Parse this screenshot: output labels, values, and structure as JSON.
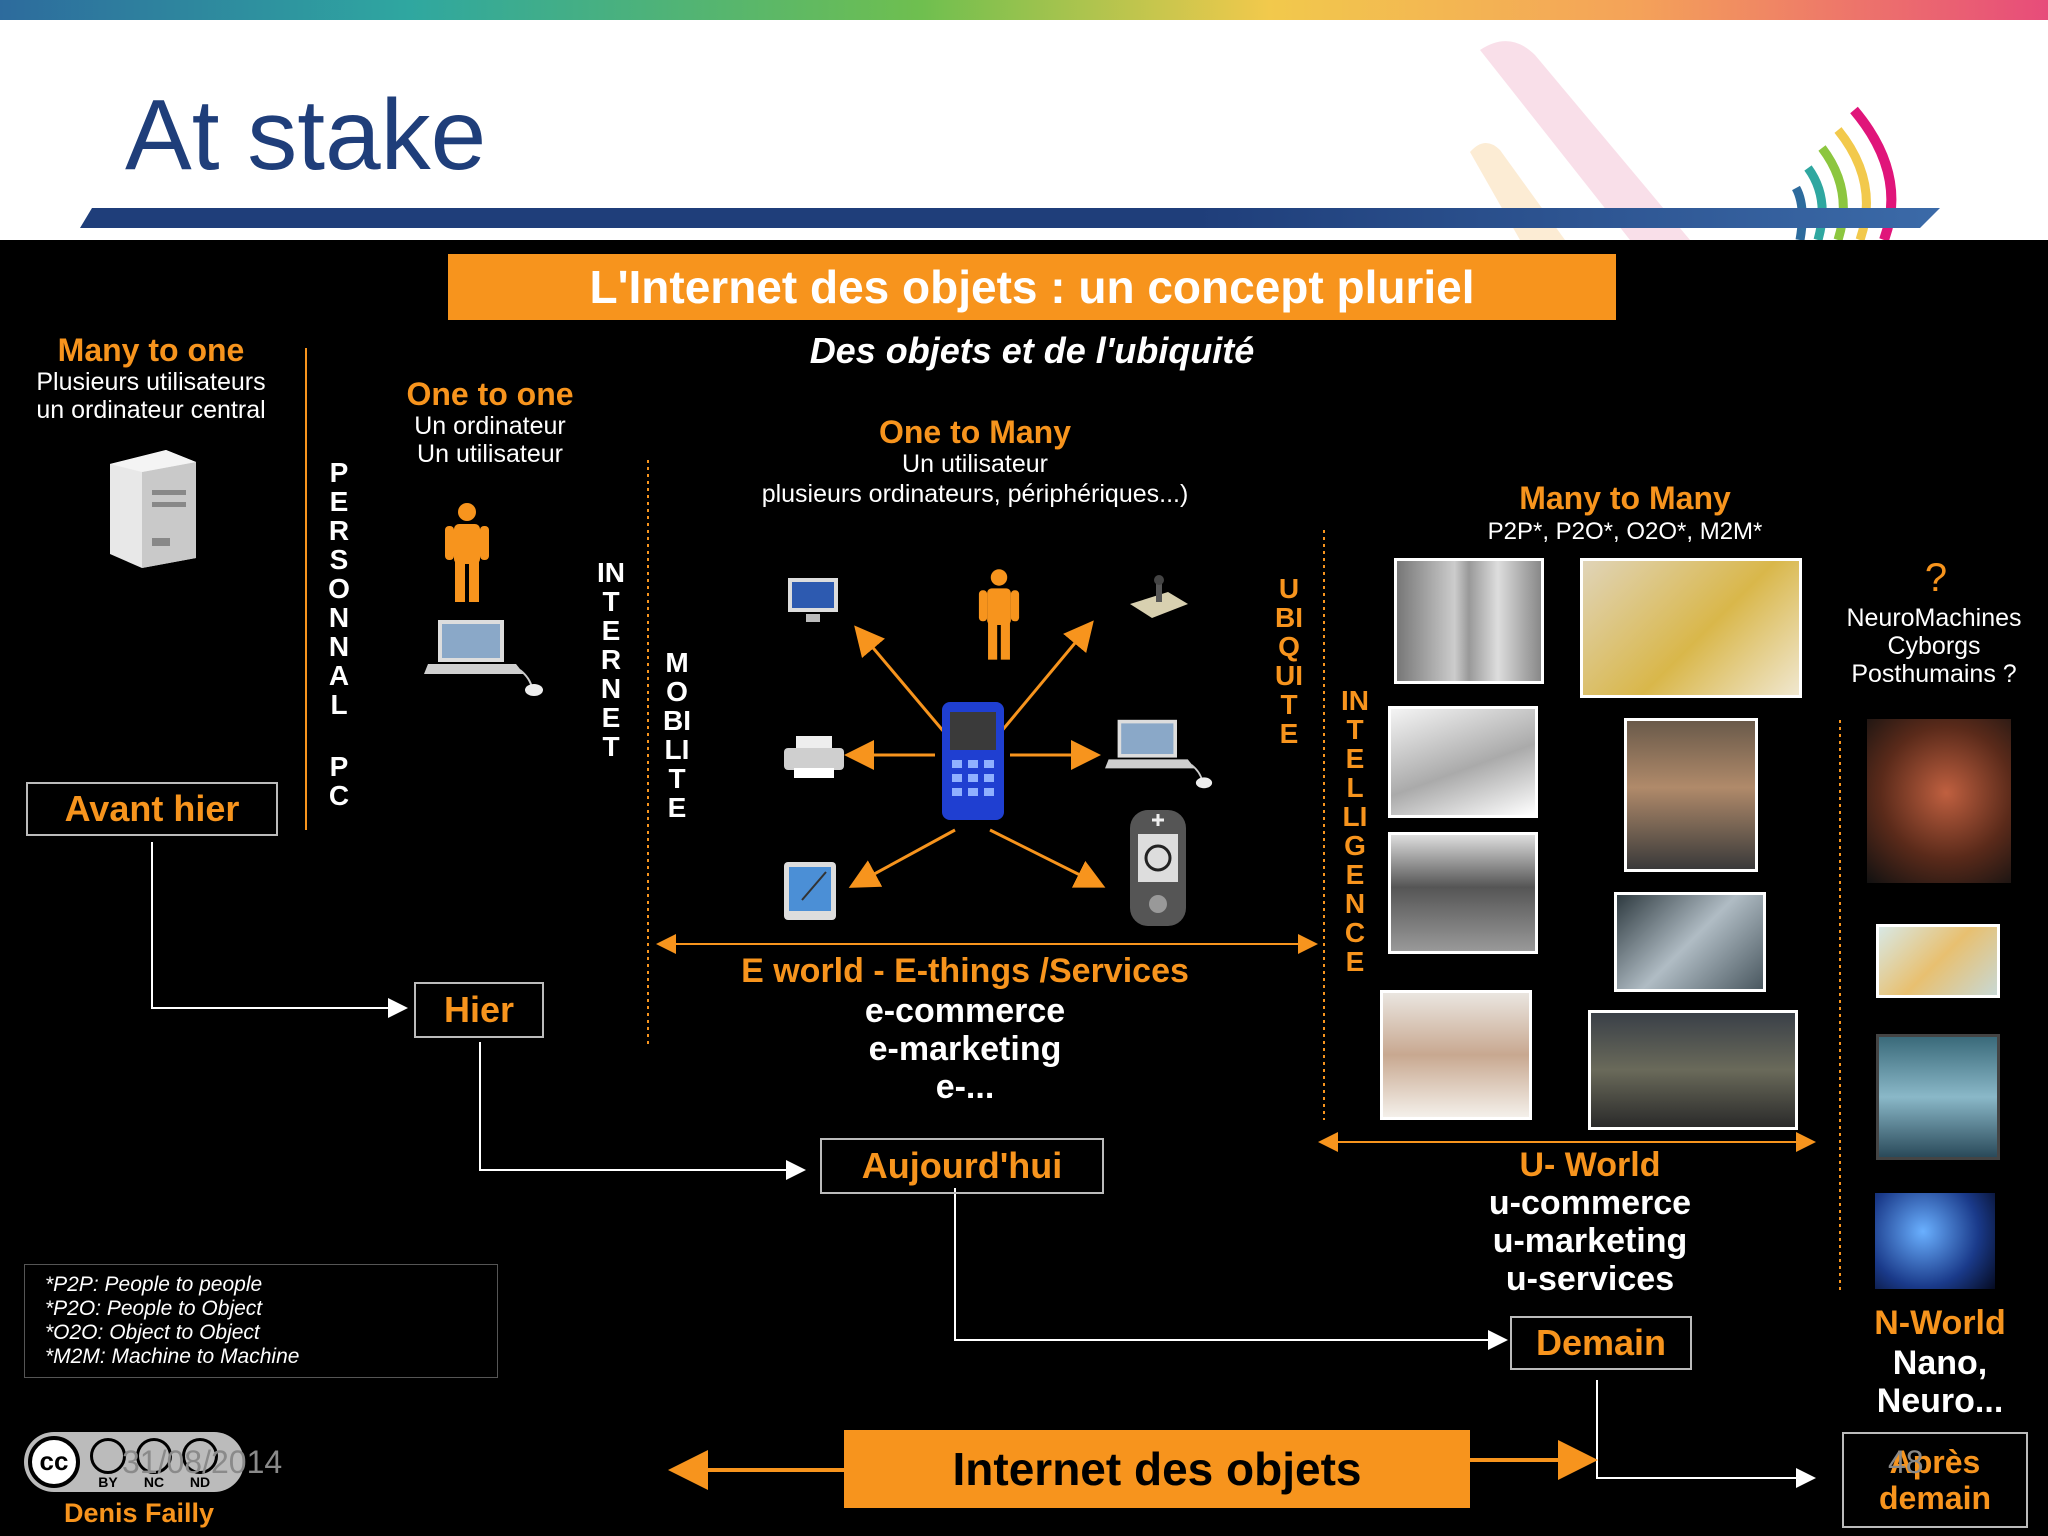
{
  "slide": {
    "title": "At stake",
    "date": "31/08/2014",
    "page_number": "48"
  },
  "diagram": {
    "banner": "L'Internet des objets : un concept pluriel",
    "subtitle": "Des objets et de l'ubiquité",
    "many_to_one": {
      "title": "Many to one",
      "line1": "Plusieurs utilisateurs",
      "line2": "un ordinateur central"
    },
    "one_to_one": {
      "title": "One to one",
      "line1": "Un ordinateur",
      "line2": "Un utilisateur"
    },
    "one_to_many": {
      "title": "One to Many",
      "line1": "Un utilisateur",
      "line2": "plusieurs ordinateurs, périphériques...)"
    },
    "many_to_many": {
      "title": "Many to Many",
      "line1": "P2P*, P2O*, O2O*, M2M*"
    },
    "future": {
      "symbol": "?",
      "line1": "NeuroMachines",
      "line2": "Cyborgs",
      "line3": "Posthumains ?"
    },
    "vertical_labels": {
      "personnal": "PERSONNAL",
      "pc": "PC",
      "internet": "INTERNET",
      "mobilite": "MOBILITE",
      "ubiquite": "UBIQUITE",
      "intelligence": "INTELLIGENCE"
    },
    "timeline": {
      "avant_hier": "Avant hier",
      "hier": "Hier",
      "aujourdhui": "Aujourd'hui",
      "demain": "Demain",
      "apres_demain_1": "Après",
      "apres_demain_2": "demain"
    },
    "e_world": {
      "title": "E world - E-things /Services",
      "line1": "e-commerce",
      "line2": "e-marketing",
      "line3": "e-..."
    },
    "u_world": {
      "title": "U- World",
      "line1": "u-commerce",
      "line2": "u-marketing",
      "line3": "u-services"
    },
    "n_world": {
      "title": "N-World",
      "line1": "Nano,",
      "line2": "Neuro..."
    },
    "footnotes": [
      "*P2P: People to people",
      "*P2O: People to Object",
      "*O2O: Object to Object",
      "*M2M: Machine to Machine"
    ],
    "bottom_banner": "Internet des objets",
    "license": {
      "badge": "cc",
      "terms": [
        "BY",
        "NC",
        "ND"
      ],
      "author": "Denis Failly"
    }
  },
  "colors": {
    "accent": "#f7941d",
    "title": "#1f3e7a",
    "background": "#000000"
  }
}
